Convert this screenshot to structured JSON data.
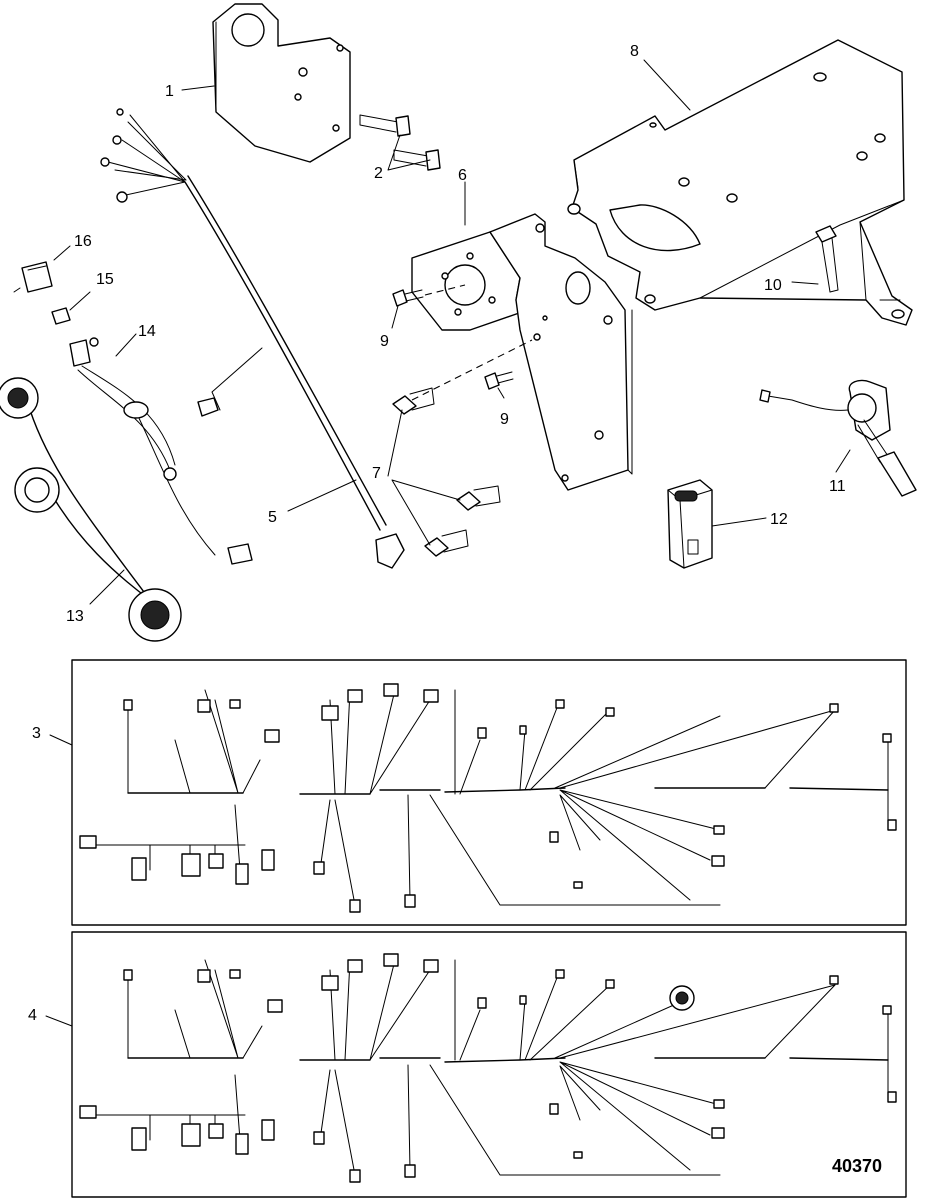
{
  "figure_number": "40370",
  "callouts": {
    "c1": "1",
    "c2": "2",
    "c3": "3",
    "c4": "4",
    "c5": "5",
    "c6": "6",
    "c7": "7",
    "c8": "8",
    "c9a": "9",
    "c9b": "9",
    "c10": "10",
    "c11": "11",
    "c12": "12",
    "c13": "13",
    "c14": "14",
    "c15": "15",
    "c16": "16"
  }
}
